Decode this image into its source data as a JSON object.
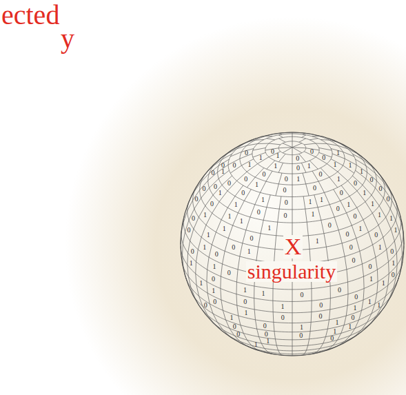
{
  "diagram": {
    "labels": [
      "ected",
      "y",
      "X",
      "singularity",
      "0",
      "1",
      "0",
      "0",
      "1",
      "1",
      "0",
      "1",
      "0",
      "0",
      "1",
      "0",
      "0",
      "1",
      "0",
      "1",
      "1",
      "0",
      "0",
      "1",
      "0",
      "0",
      "1",
      "1",
      "0",
      "1",
      "0",
      "0",
      "1",
      "0",
      "1",
      "1",
      "0",
      "0",
      "1",
      "0",
      "0",
      "1",
      "1",
      "0",
      "0",
      "1",
      "0",
      "1",
      "1",
      "0",
      "0",
      "0",
      "1",
      "1",
      "1",
      "0",
      "0",
      "1",
      "0",
      "0",
      "1",
      "1",
      "0",
      "1",
      "0",
      "1",
      "1",
      "0",
      "0",
      "1",
      "0",
      "1",
      "0",
      "0",
      "1",
      "0",
      "1",
      "0",
      "0",
      "1",
      "1",
      "0",
      "1",
      "0",
      "0",
      "0",
      "1",
      "0",
      "1",
      "1",
      "0",
      "0",
      "1",
      "1",
      "1",
      "1",
      "0",
      "1",
      "0",
      "0",
      "1",
      "0",
      "0",
      "1",
      "0",
      "0",
      "1",
      "1",
      "0",
      "1",
      "0",
      "1",
      "1",
      "0",
      "1",
      "0",
      "0",
      "0",
      "1",
      "1",
      "0",
      "1",
      "0",
      "1"
    ]
  }
}
